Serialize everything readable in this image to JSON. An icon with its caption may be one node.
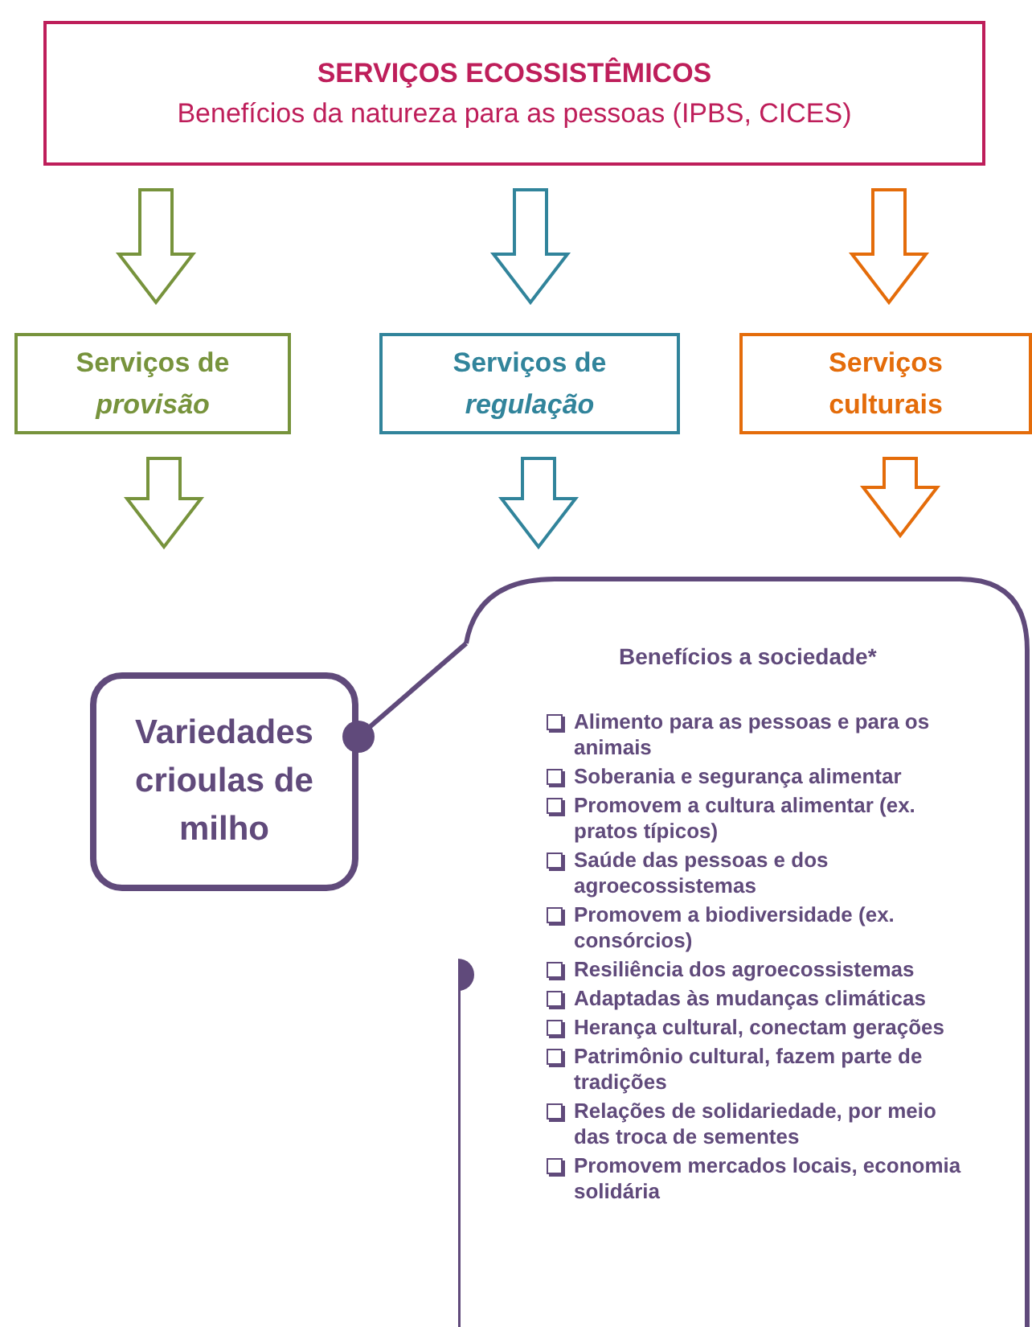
{
  "diagram": {
    "nodes": [
      {
        "text": [
          "SERVIÇOS ECOSSISTÊMICOS",
          "Benefícios da natureza para as pessoas (IPBS, CICES)"
        ]
      },
      {
        "text": [
          "Serviços de *provisão*"
        ]
      },
      {
        "text": [
          "Serviços de *regulação*"
        ]
      },
      {
        "text": [
          "Serviços culturais"
        ]
      },
      {
        "text": [
          "Variedades crioulas de milho"
        ]
      },
      {
        "text": [
          "Benefícios a sociedade*",
          "Alimento para as pessoas e para os animais",
          "Soberania e segurança alimentar",
          "Promovem a cultura alimentar (ex. pratos típicos)",
          "Saúde das pessoas e dos agroecossistemas",
          "Promovem a biodiversidade (ex. consórcios)",
          "Resiliência dos agroecossistemas",
          "Adaptadas às mudanças climáticas",
          "Herança cultural, conectam gerações",
          "Patrimônio cultural, fazem parte de tradições",
          "Relações de solidariedade, por meio das troca de sementes",
          "Promovem mercados locais, economia solidária"
        ]
      }
    ],
    "edges": [
      {
        "from": 0,
        "to": 1,
        "arrow": "to",
        "color": "#77933c"
      },
      {
        "from": 0,
        "to": 2,
        "arrow": "to",
        "color": "#31849b"
      },
      {
        "from": 0,
        "to": 3,
        "arrow": "to",
        "color": "#e46c0a"
      },
      {
        "from": 1,
        "to": null,
        "arrow": "to",
        "color": "#77933c"
      },
      {
        "from": 2,
        "to": null,
        "arrow": "to",
        "color": "#31849b"
      },
      {
        "from": 3,
        "to": null,
        "arrow": "to",
        "color": "#e46c0a"
      },
      {
        "from": 4,
        "to": 5,
        "arrow": "other",
        "color": "#604a7b"
      }
    ]
  }
}
